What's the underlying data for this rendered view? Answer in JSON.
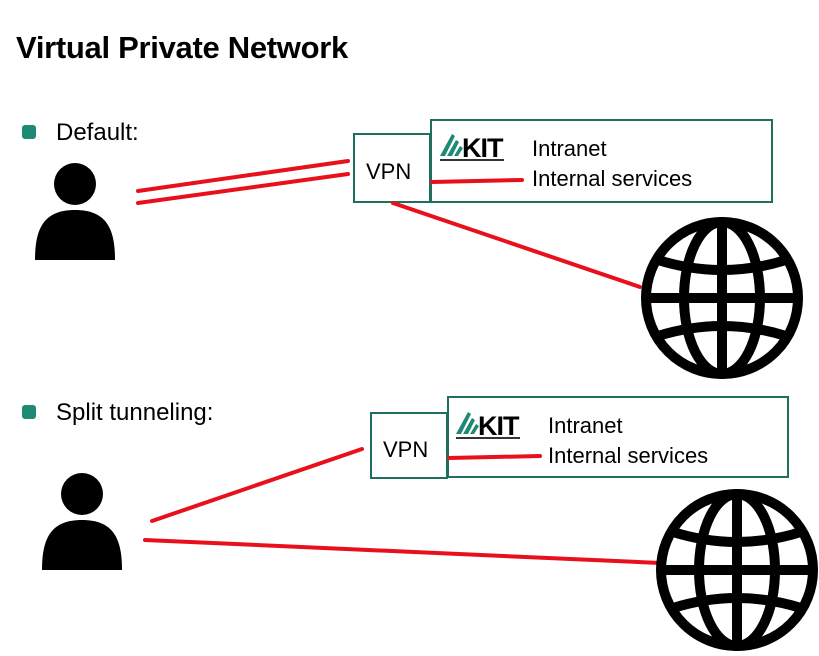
{
  "title": "Virtual Private Network",
  "colors": {
    "accent": "#1f8a74",
    "box_border": "#1f6e5e",
    "connection": "#e8101a"
  },
  "sections": [
    {
      "bullet_label": "Default:",
      "vpn_label": "VPN",
      "logo_text": "KIT",
      "services": [
        "Intranet",
        "Internal services"
      ]
    },
    {
      "bullet_label": "Split tunneling:",
      "vpn_label": "VPN",
      "logo_text": "KIT",
      "services": [
        "Intranet",
        "Internal services"
      ]
    }
  ],
  "icons": [
    "person-icon",
    "globe-icon",
    "kit-logo"
  ]
}
